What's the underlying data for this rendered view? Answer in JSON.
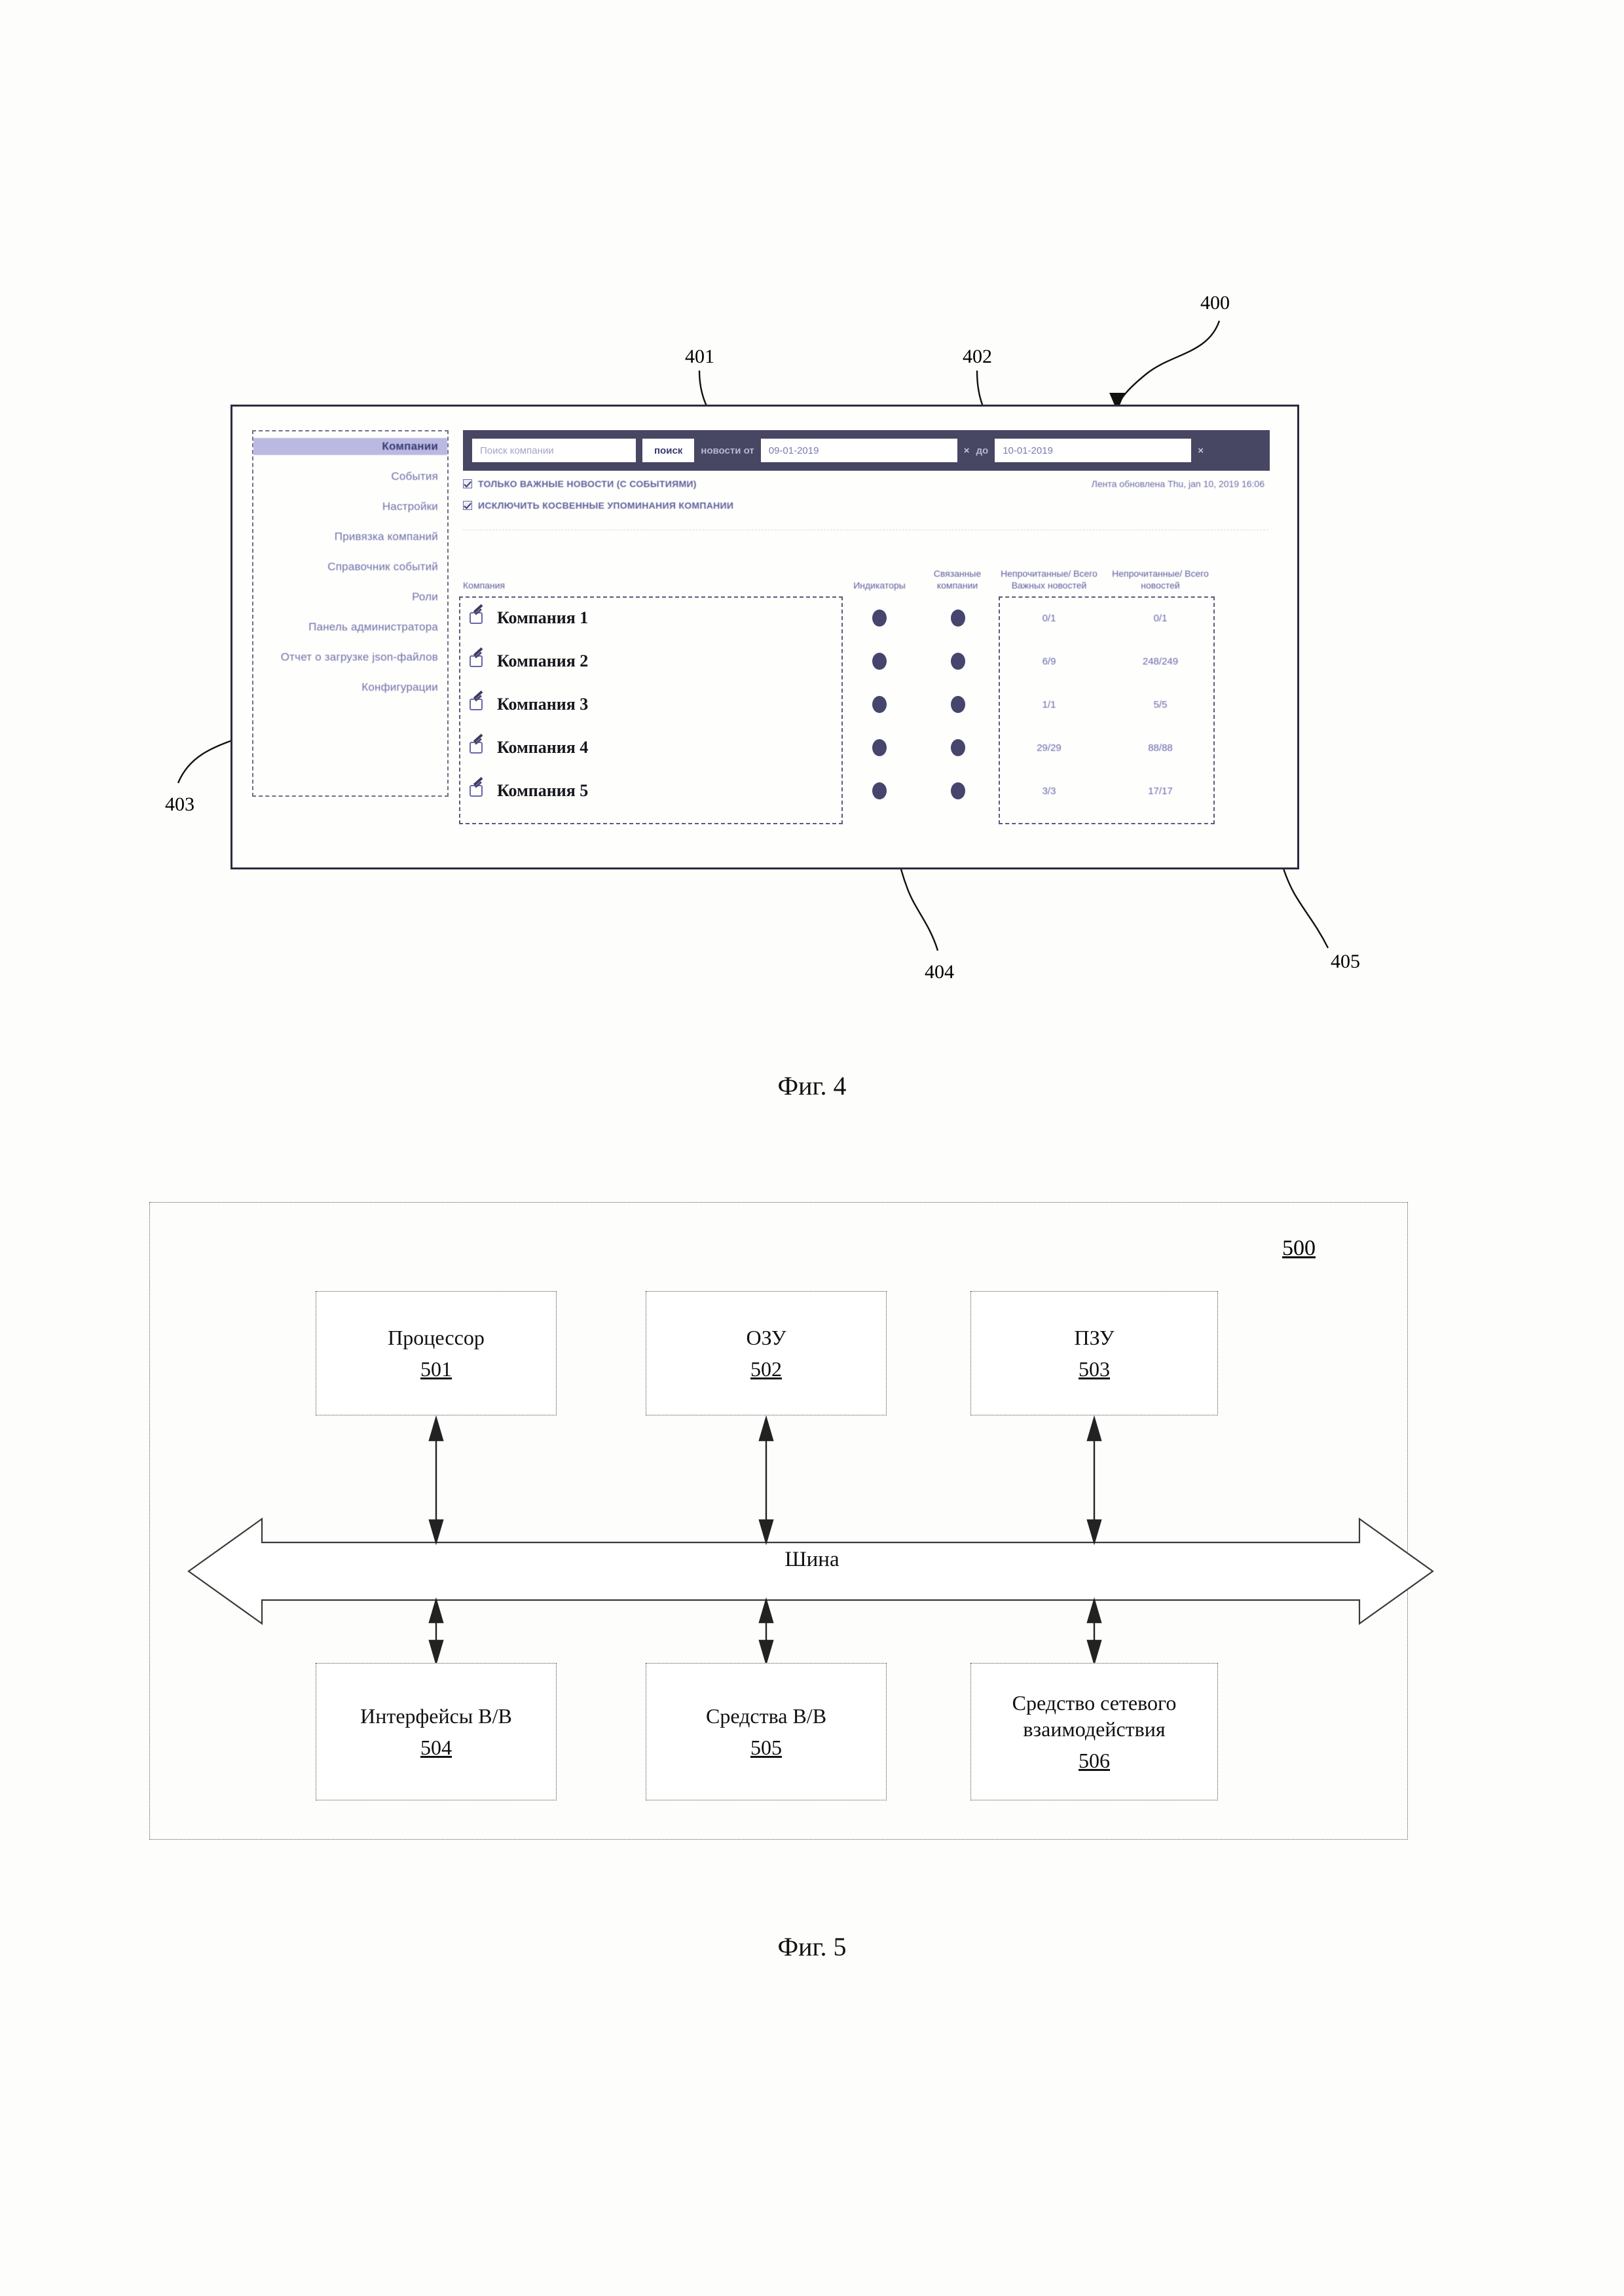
{
  "figures": {
    "fig4": {
      "caption": "Фиг. 4",
      "refs": {
        "frame": "400",
        "search_input": "401",
        "date_from": "402",
        "sidebar": "403",
        "company_group": "404",
        "counts_group": "405"
      },
      "sidebar": {
        "items": [
          {
            "label": "Компании",
            "active": true
          },
          {
            "label": "События",
            "active": false
          },
          {
            "label": "Настройки",
            "active": false
          },
          {
            "label": "Привязка компаний",
            "active": false
          },
          {
            "label": "Справочник событий",
            "active": false
          },
          {
            "label": "Роли",
            "active": false
          },
          {
            "label": "Панель администратора",
            "active": false
          },
          {
            "label": "Отчет о загрузке json-файлов",
            "active": false
          },
          {
            "label": "Конфигурации",
            "active": false
          }
        ]
      },
      "searchbar": {
        "company_placeholder": "Поиск компании",
        "search_button": "поиск",
        "news_from_label": "новости от",
        "date_from_value": "09-01-2019",
        "date_to_label": "до",
        "date_to_value": "10-01-2019",
        "clear_glyph": "×"
      },
      "filters": {
        "important_only": "только важные новости (с событиями)",
        "exclude_indirect": "исключить косвенные упоминания компании",
        "feed_updated": "Лента обновлена Thu, jan 10, 2019 16:06"
      },
      "table": {
        "headers": {
          "company": "Компания",
          "indicators": "Индикаторы",
          "related": "Связанные компании",
          "unread_important": "Непрочитанные/ Всего Важных новостей",
          "unread_all": "Непрочитанные/ Всего новостей"
        },
        "rows": [
          {
            "name": "Компания 1",
            "indicator": "●",
            "related": "●",
            "unread_important": "0/1",
            "unread_all": "0/1"
          },
          {
            "name": "Компания 2",
            "indicator": "●",
            "related": "●",
            "unread_important": "6/9",
            "unread_all": "248/249"
          },
          {
            "name": "Компания 3",
            "indicator": "●",
            "related": "●",
            "unread_important": "1/1",
            "unread_all": "5/5"
          },
          {
            "name": "Компания 4",
            "indicator": "●",
            "related": "●",
            "unread_important": "29/29",
            "unread_all": "88/88"
          },
          {
            "name": "Компания 5",
            "indicator": "●",
            "related": "●",
            "unread_important": "3/3",
            "unread_all": "17/17"
          }
        ]
      }
    },
    "fig5": {
      "caption": "Фиг. 5",
      "system_ref": "500",
      "bus_label": "Шина",
      "blocks": [
        {
          "title": "Процессор",
          "ref": "501"
        },
        {
          "title": "ОЗУ",
          "ref": "502"
        },
        {
          "title": "ПЗУ",
          "ref": "503"
        },
        {
          "title": "Интерфейсы В/В",
          "ref": "504"
        },
        {
          "title": "Средства В/В",
          "ref": "505"
        },
        {
          "title": "Средство сетевого взаимодействия",
          "ref": "506"
        }
      ]
    }
  },
  "colors": {
    "ui_chrome": "#474663",
    "accent_text": "#6767ad",
    "sidebar_active_bg": "#b9b9e2"
  }
}
